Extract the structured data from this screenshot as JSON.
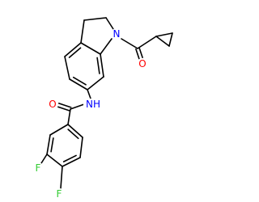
{
  "molecule": {
    "colors": {
      "bond": "#000000",
      "O": "#ff0000",
      "N": "#0000ff",
      "F": "#33cc33"
    },
    "atoms": {
      "o_cyclopropyl_carbonyl": "O",
      "n_indoline": "N",
      "o_amide": "O",
      "n_amide_h": "NH",
      "f_meta": "F",
      "f_para": "F"
    }
  }
}
